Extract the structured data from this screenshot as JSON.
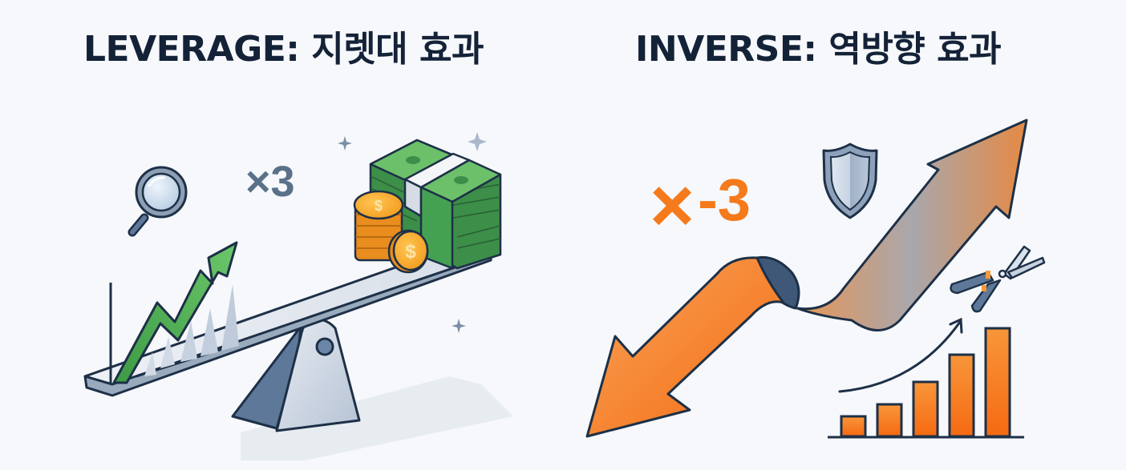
{
  "left_panel": {
    "title": "LEVERAGE: 지렛대 효과",
    "multiplier": "×3",
    "icons": [
      "magnifier-icon",
      "growth-arrow-chart-icon",
      "seesaw-icon",
      "coin-stack-icon",
      "cash-stack-icon",
      "sparkle-icon"
    ],
    "colors": {
      "title": "#142238",
      "multiplier": "#5a7189",
      "arrow": "#4caf50",
      "cash": "#3f9a4f",
      "coin": "#f6a623",
      "seesaw": "#dfe5ee",
      "outline": "#1d3047"
    }
  },
  "right_panel": {
    "title": "INVERSE: 역방향 효과",
    "multiplier_sign": "×",
    "multiplier_value": "-3",
    "icons": [
      "twisted-arrow-icon",
      "shield-icon",
      "pruning-shears-icon",
      "bar-chart-icon",
      "curved-arrow-icon"
    ],
    "bar_chart": {
      "bars": [
        1,
        2,
        3,
        4,
        5
      ]
    },
    "colors": {
      "title": "#142238",
      "multiplier": "#f57a1c",
      "arrow": "#f7791e",
      "shield": "#aebdd0",
      "outline": "#1d3047"
    }
  }
}
